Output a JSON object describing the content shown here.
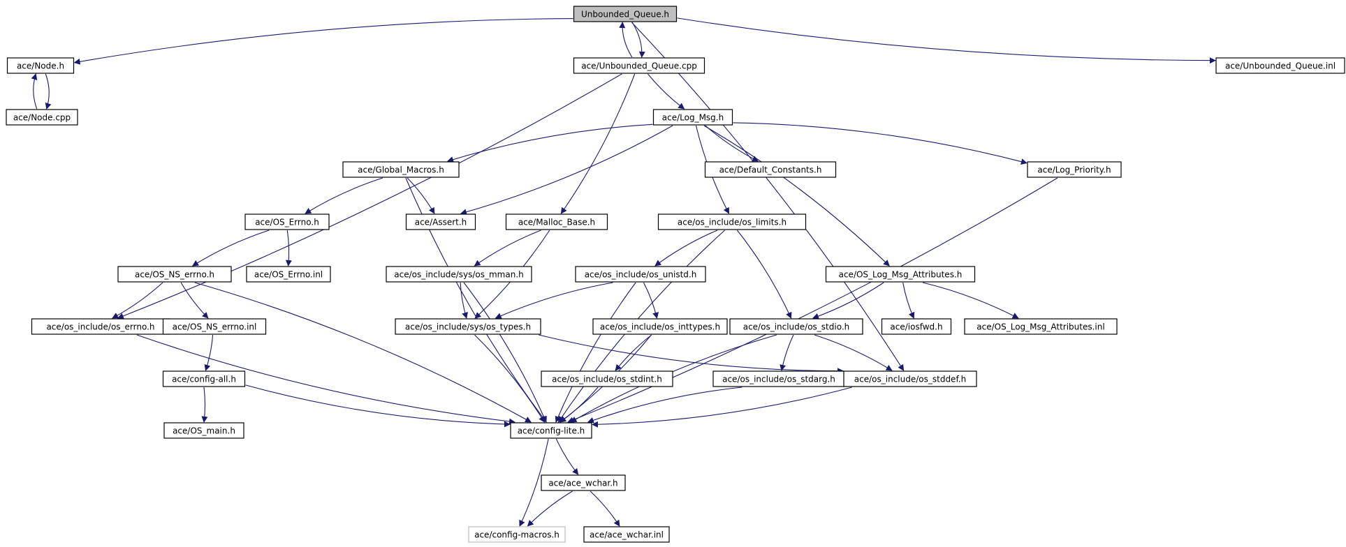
{
  "graph": {
    "nodes": [
      {
        "id": "unbounded_queue_h",
        "label": "Unbounded_Queue.h",
        "style": "root"
      },
      {
        "id": "node_h",
        "label": "ace/Node.h"
      },
      {
        "id": "unbounded_queue_cpp",
        "label": "ace/Unbounded_Queue.cpp"
      },
      {
        "id": "unbounded_queue_inl",
        "label": "ace/Unbounded_Queue.inl"
      },
      {
        "id": "node_cpp",
        "label": "ace/Node.cpp"
      },
      {
        "id": "log_msg_h",
        "label": "ace/Log_Msg.h"
      },
      {
        "id": "global_macros_h",
        "label": "ace/Global_Macros.h"
      },
      {
        "id": "default_constants_h",
        "label": "ace/Default_Constants.h"
      },
      {
        "id": "log_priority_h",
        "label": "ace/Log_Priority.h"
      },
      {
        "id": "os_errno_h",
        "label": "ace/OS_Errno.h"
      },
      {
        "id": "assert_h",
        "label": "ace/Assert.h"
      },
      {
        "id": "malloc_base_h",
        "label": "ace/Malloc_Base.h"
      },
      {
        "id": "os_limits_h",
        "label": "ace/os_include/os_limits.h"
      },
      {
        "id": "os_ns_errno_h",
        "label": "ace/OS_NS_errno.h"
      },
      {
        "id": "os_errno_inl",
        "label": "ace/OS_Errno.inl"
      },
      {
        "id": "os_mman_h",
        "label": "ace/os_include/sys/os_mman.h"
      },
      {
        "id": "os_unistd_h",
        "label": "ace/os_include/os_unistd.h"
      },
      {
        "id": "os_log_msg_attributes_h",
        "label": "ace/OS_Log_Msg_Attributes.h"
      },
      {
        "id": "os_include_errno_h",
        "label": "ace/os_include/os_errno.h"
      },
      {
        "id": "os_ns_errno_inl",
        "label": "ace/OS_NS_errno.inl"
      },
      {
        "id": "os_types_h",
        "label": "ace/os_include/sys/os_types.h"
      },
      {
        "id": "os_inttypes_h",
        "label": "ace/os_include/os_inttypes.h"
      },
      {
        "id": "os_stdio_h",
        "label": "ace/os_include/os_stdio.h"
      },
      {
        "id": "iosfwd_h",
        "label": "ace/iosfwd.h"
      },
      {
        "id": "os_log_msg_attributes_inl",
        "label": "ace/OS_Log_Msg_Attributes.inl"
      },
      {
        "id": "config_all_h",
        "label": "ace/config-all.h"
      },
      {
        "id": "os_stdint_h",
        "label": "ace/os_include/os_stdint.h"
      },
      {
        "id": "os_stdarg_h",
        "label": "ace/os_include/os_stdarg.h"
      },
      {
        "id": "os_stddef_h",
        "label": "ace/os_include/os_stddef.h"
      },
      {
        "id": "os_main_h",
        "label": "ace/OS_main.h"
      },
      {
        "id": "config_lite_h",
        "label": "ace/config-lite.h"
      },
      {
        "id": "ace_wchar_h",
        "label": "ace/ace_wchar.h"
      },
      {
        "id": "config_macros_h",
        "label": "ace/config-macros.h",
        "style": "missing"
      },
      {
        "id": "ace_wchar_inl",
        "label": "ace/ace_wchar.inl"
      }
    ],
    "edges": [
      [
        "unbounded_queue_h",
        "node_h"
      ],
      [
        "unbounded_queue_h",
        "unbounded_queue_cpp"
      ],
      [
        "unbounded_queue_h",
        "unbounded_queue_inl"
      ],
      [
        "unbounded_queue_h",
        "os_stddef_h"
      ],
      [
        "unbounded_queue_cpp",
        "unbounded_queue_h"
      ],
      [
        "unbounded_queue_cpp",
        "os_include_errno_h"
      ],
      [
        "unbounded_queue_cpp",
        "log_msg_h"
      ],
      [
        "unbounded_queue_cpp",
        "malloc_base_h"
      ],
      [
        "node_h",
        "node_cpp"
      ],
      [
        "node_cpp",
        "node_h"
      ],
      [
        "log_msg_h",
        "global_macros_h"
      ],
      [
        "log_msg_h",
        "assert_h"
      ],
      [
        "log_msg_h",
        "default_constants_h"
      ],
      [
        "log_msg_h",
        "log_priority_h"
      ],
      [
        "log_msg_h",
        "os_limits_h"
      ],
      [
        "log_msg_h",
        "os_log_msg_attributes_h"
      ],
      [
        "global_macros_h",
        "os_errno_h"
      ],
      [
        "global_macros_h",
        "assert_h"
      ],
      [
        "global_macros_h",
        "config_lite_h"
      ],
      [
        "log_priority_h",
        "config_lite_h"
      ],
      [
        "os_errno_h",
        "os_ns_errno_h"
      ],
      [
        "os_errno_h",
        "os_errno_inl"
      ],
      [
        "malloc_base_h",
        "os_mman_h"
      ],
      [
        "malloc_base_h",
        "os_types_h"
      ],
      [
        "os_limits_h",
        "os_unistd_h"
      ],
      [
        "os_limits_h",
        "os_stdio_h"
      ],
      [
        "os_limits_h",
        "config_lite_h"
      ],
      [
        "os_ns_errno_h",
        "os_include_errno_h"
      ],
      [
        "os_ns_errno_h",
        "os_ns_errno_inl"
      ],
      [
        "os_ns_errno_h",
        "config_lite_h"
      ],
      [
        "os_mman_h",
        "os_types_h"
      ],
      [
        "os_mman_h",
        "config_lite_h"
      ],
      [
        "os_unistd_h",
        "os_types_h"
      ],
      [
        "os_unistd_h",
        "os_inttypes_h"
      ],
      [
        "os_unistd_h",
        "config_lite_h"
      ],
      [
        "os_log_msg_attributes_h",
        "os_stdio_h"
      ],
      [
        "os_log_msg_attributes_h",
        "iosfwd_h"
      ],
      [
        "os_log_msg_attributes_h",
        "os_log_msg_attributes_inl"
      ],
      [
        "os_include_errno_h",
        "config_lite_h"
      ],
      [
        "os_ns_errno_inl",
        "config_all_h"
      ],
      [
        "os_types_h",
        "os_stddef_h"
      ],
      [
        "os_types_h",
        "config_lite_h"
      ],
      [
        "os_inttypes_h",
        "os_stdint_h"
      ],
      [
        "os_inttypes_h",
        "config_lite_h"
      ],
      [
        "os_stdio_h",
        "os_stdarg_h"
      ],
      [
        "os_stdio_h",
        "os_stddef_h"
      ],
      [
        "os_stdio_h",
        "config_lite_h"
      ],
      [
        "config_all_h",
        "os_main_h"
      ],
      [
        "config_all_h",
        "config_lite_h"
      ],
      [
        "os_stdint_h",
        "config_lite_h"
      ],
      [
        "os_stdarg_h",
        "config_lite_h"
      ],
      [
        "os_stddef_h",
        "config_lite_h"
      ],
      [
        "config_lite_h",
        "ace_wchar_h"
      ],
      [
        "config_lite_h",
        "config_macros_h"
      ],
      [
        "ace_wchar_h",
        "config_macros_h"
      ],
      [
        "ace_wchar_h",
        "ace_wchar_inl"
      ]
    ]
  }
}
